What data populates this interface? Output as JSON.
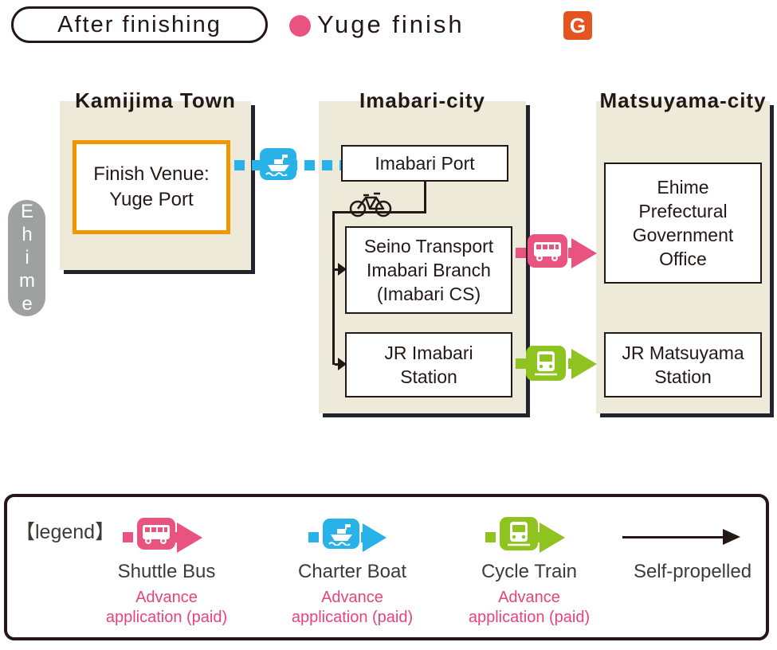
{
  "header": {
    "stage_label": "After finishing",
    "finish_label": "Yuge finish",
    "map_badge": "G"
  },
  "prefecture_label": "Ehime",
  "colors": {
    "pink": "#e8537f",
    "blue": "#29b2e8",
    "green": "#8fc31f",
    "orange": "#f29600",
    "dark": "#231815",
    "panel_beige": "#edead9",
    "prefecture_gray": "#9fa0a0",
    "map_badge_orange": "#e4541e",
    "note_pink": "#e8437c"
  },
  "regions": {
    "kamijima": {
      "title": "Kamijima Town",
      "finish_venue_lines": [
        "Finish Venue:",
        "Yuge Port"
      ]
    },
    "imabari": {
      "title": "Imabari-city",
      "port": "Imabari Port",
      "seino_lines": [
        "Seino Transport",
        "Imabari Branch",
        "(Imabari CS)"
      ],
      "jr_lines": [
        "JR Imabari",
        "Station"
      ]
    },
    "matsuyama": {
      "title": "Matsuyama-city",
      "gov_lines": [
        "Ehime",
        "Prefectural",
        "Government",
        "Office"
      ],
      "jr_lines": [
        "JR Matsuyama",
        "Station"
      ]
    }
  },
  "routes": [
    {
      "mode": "Charter Boat",
      "from": "Finish Venue: Yuge Port",
      "to": "Imabari Port"
    },
    {
      "mode": "Self-propelled",
      "from": "Imabari Port",
      "to": "Seino Transport Imabari Branch (Imabari CS) / JR Imabari Station"
    },
    {
      "mode": "Shuttle Bus",
      "from": "Seino Transport Imabari Branch (Imabari CS)",
      "to": "Ehime Prefectural Government Office"
    },
    {
      "mode": "Cycle Train",
      "from": "JR Imabari Station",
      "to": "JR Matsuyama Station"
    }
  ],
  "legend": {
    "title": "【legend】",
    "items": [
      {
        "label": "Shuttle Bus",
        "note_lines": [
          "Advance",
          "application (paid)"
        ],
        "icon": "bus-icon",
        "color": "#e8537f"
      },
      {
        "label": "Charter Boat",
        "note_lines": [
          "Advance",
          "application (paid)"
        ],
        "icon": "boat-icon",
        "color": "#29b2e8"
      },
      {
        "label": "Cycle Train",
        "note_lines": [
          "Advance",
          "application (paid)"
        ],
        "icon": "train-icon",
        "color": "#8fc31f"
      },
      {
        "label": "Self-propelled",
        "note_lines": [],
        "icon": "arrow-icon",
        "color": "#231815"
      }
    ]
  }
}
